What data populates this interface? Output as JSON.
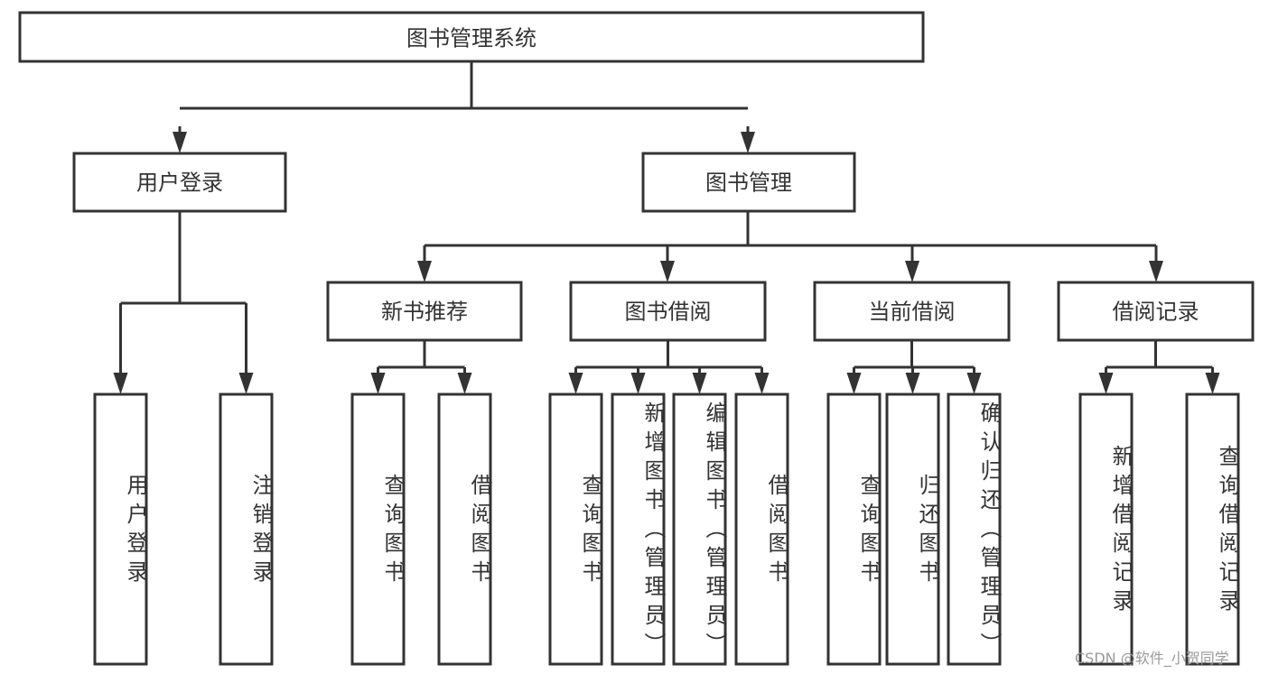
{
  "diagram": {
    "root": {
      "label": "图书管理系统",
      "children": [
        {
          "label": "用户登录",
          "children": [
            {
              "label": "用户登录"
            },
            {
              "label": "注销登录"
            }
          ]
        },
        {
          "label": "图书管理",
          "children": [
            {
              "label": "新书推荐",
              "children": [
                {
                  "label": "查询图书"
                },
                {
                  "label": "借阅图书"
                }
              ]
            },
            {
              "label": "图书借阅",
              "children": [
                {
                  "label": "查询图书"
                },
                {
                  "label": "新增图书（管理员）"
                },
                {
                  "label": "编辑图书（管理员）"
                },
                {
                  "label": "借阅图书"
                }
              ]
            },
            {
              "label": "当前借阅",
              "children": [
                {
                  "label": "查询图书"
                },
                {
                  "label": "归还图书"
                },
                {
                  "label": "确认归还（管理员）"
                }
              ]
            },
            {
              "label": "借阅记录",
              "children": [
                {
                  "label": "新增借阅记录"
                },
                {
                  "label": "查询借阅记录"
                }
              ]
            }
          ]
        }
      ]
    },
    "line_color": "#333333"
  },
  "watermark": "CSDN @软件_小贺同学"
}
